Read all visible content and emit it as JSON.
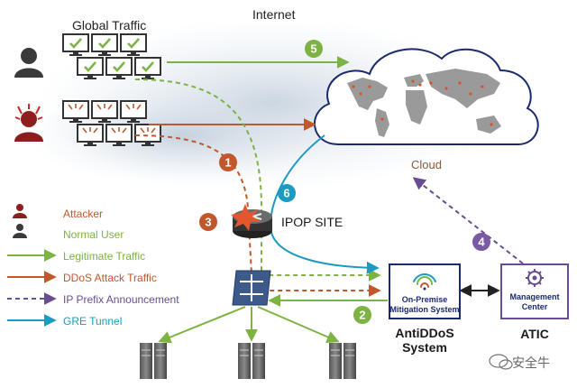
{
  "labels": {
    "global_traffic": "Global Traffic",
    "internet": "Internet",
    "cloud": "Cloud",
    "ipop_site": "IPOP SITE",
    "antiddos_line1": "AntiDDoS",
    "antiddos_line2": "System",
    "atic": "ATIC",
    "mitigation_line1": "On-Premise",
    "mitigation_line2": "Mitigation System",
    "management_line1": "Management",
    "management_line2": "Center",
    "watermark": "安全牛"
  },
  "legend": {
    "attacker": "Attacker",
    "normal_user": "Normal User",
    "legitimate": "Legitimate Traffic",
    "ddos": "DDoS Attack Traffic",
    "ip_prefix": "IP Prefix Announcement",
    "gre": "GRE Tunnel"
  },
  "steps": [
    "1",
    "2",
    "3",
    "4",
    "5",
    "6"
  ],
  "colors": {
    "legitimate": "#7cb342",
    "ddos": "#c0582b",
    "prefix": "#6a4c93",
    "gre": "#1b9bc0",
    "step_green": "#7cb342",
    "step_orange": "#c0582b",
    "step_purple": "#7a5ba3",
    "step_blue": "#1b9bc0",
    "box_border": "#1a2a6c"
  }
}
